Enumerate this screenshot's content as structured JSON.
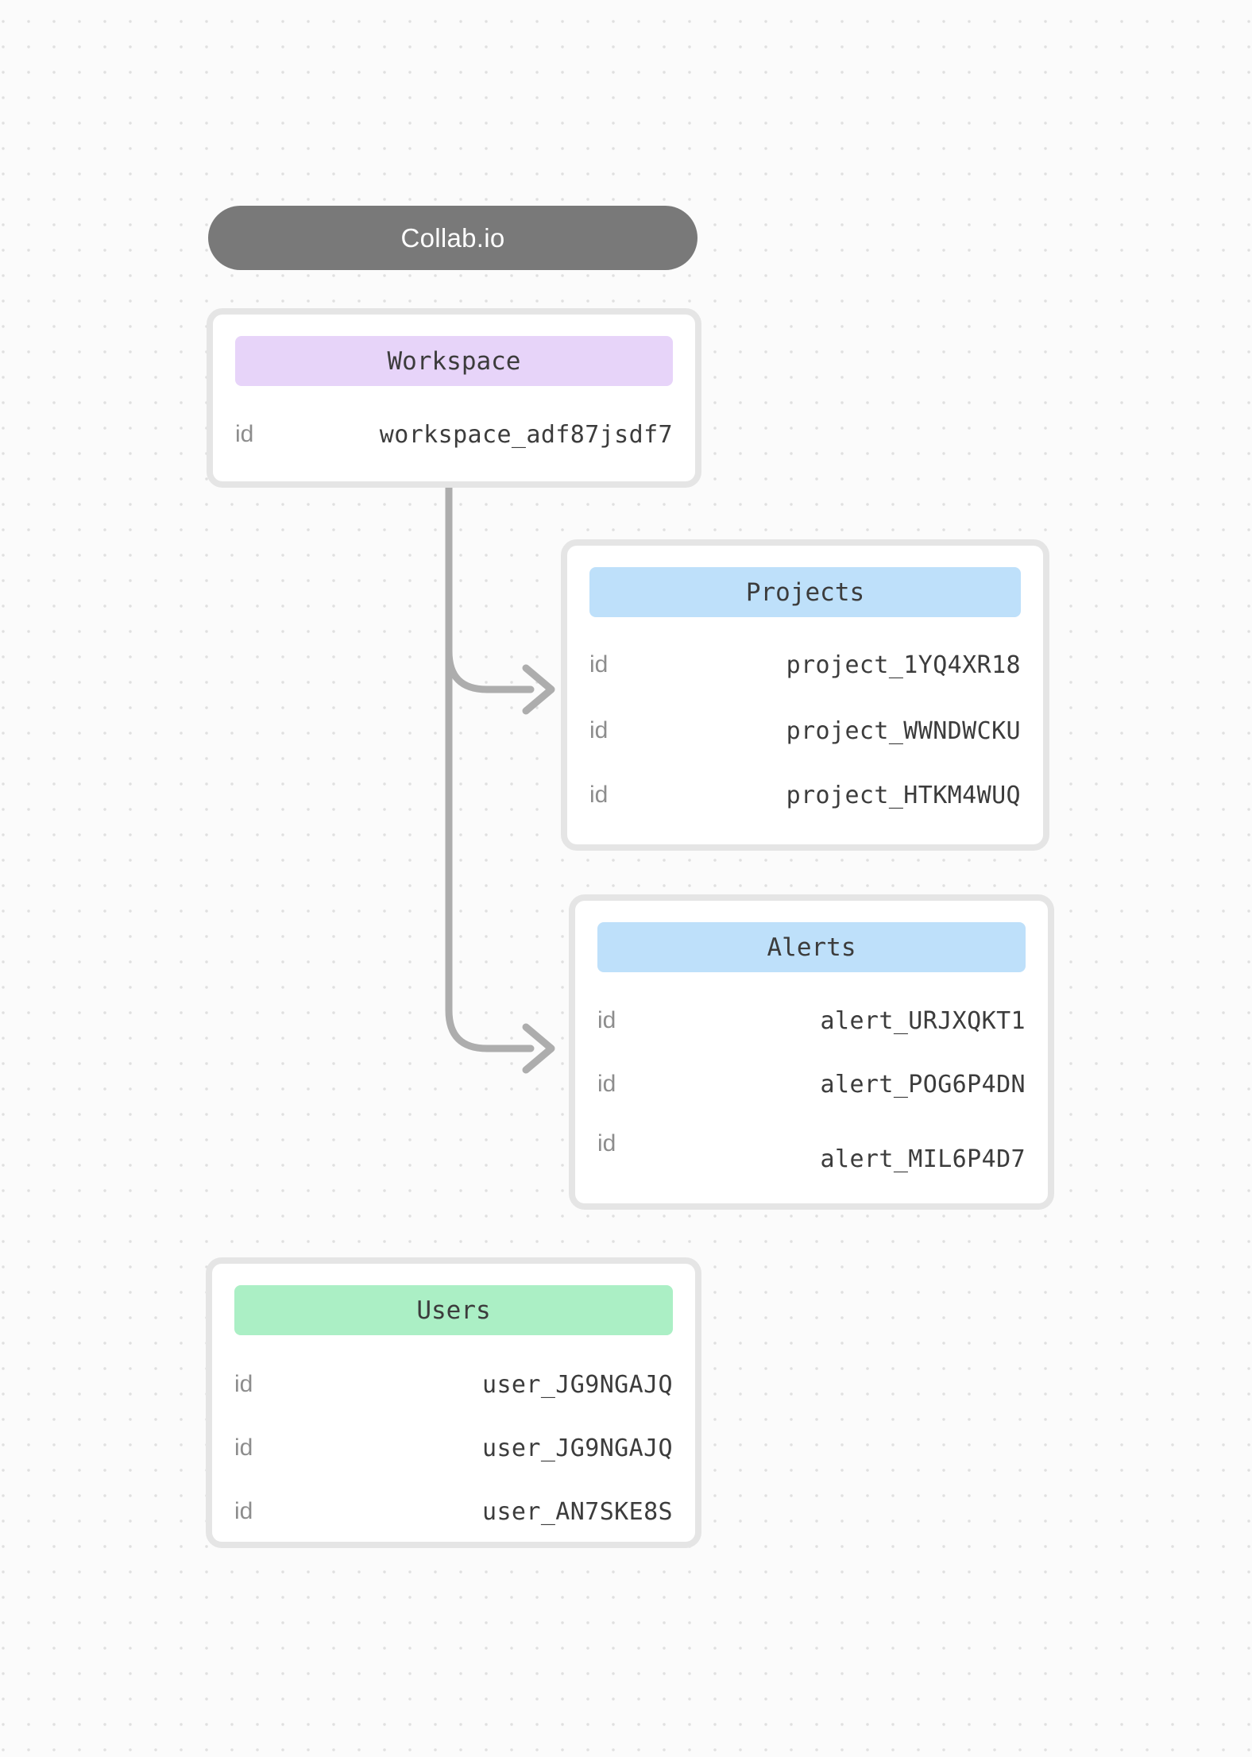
{
  "canvas": {
    "brand": "Collab.io"
  },
  "colors": {
    "brand_pill_bg": "#797979",
    "brand_pill_text": "#ffffff",
    "workspace_header_bg": "#e7d4f9",
    "projects_header_bg": "#bee0fa",
    "alerts_header_bg": "#bee0fa",
    "users_header_bg": "#abefc5",
    "card_background": "#ffffff",
    "card_border": "#e5e5e5",
    "connector": "#adadad",
    "value_text": "#3c3c3c",
    "label_text": "#8d8d8d"
  },
  "entities": {
    "workspace": {
      "title": "Workspace",
      "rows": [
        {
          "label": "id",
          "value": "workspace_adf87jsdf7"
        }
      ]
    },
    "projects": {
      "title": "Projects",
      "rows": [
        {
          "label": "id",
          "value": "project_1YQ4XR18"
        },
        {
          "label": "id",
          "value": "project_WWNDWCKU"
        },
        {
          "label": "id",
          "value": "project_HTKM4WUQ"
        }
      ]
    },
    "alerts": {
      "title": "Alerts",
      "rows": [
        {
          "label": "id",
          "value": "alert_URJXQKT1"
        },
        {
          "label": "id",
          "value": "alert_POG6P4DN"
        },
        {
          "label": "id",
          "value": "alert_MIL6P4D7"
        }
      ]
    },
    "users": {
      "title": "Users",
      "rows": [
        {
          "label": "id",
          "value": "user_JG9NGAJQ"
        },
        {
          "label": "id",
          "value": "user_JG9NGAJQ"
        },
        {
          "label": "id",
          "value": "user_AN7SKE8S"
        }
      ]
    }
  },
  "connections": [
    {
      "from": "Workspace",
      "to": "Projects"
    },
    {
      "from": "Workspace",
      "to": "Alerts"
    }
  ]
}
